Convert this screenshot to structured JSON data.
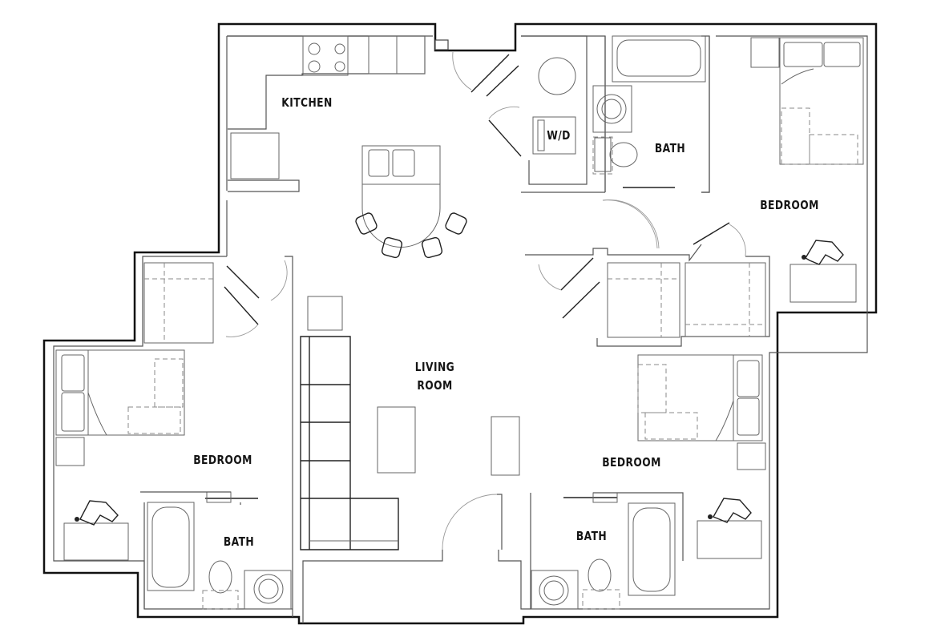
{
  "floor_plan": {
    "rooms": {
      "kitchen": "KITCHEN",
      "washer_dryer": "W/D",
      "bath_top": "BATH",
      "bedroom_top_right": "BEDROOM",
      "living_room_line1": "LIVING",
      "living_room_line2": "ROOM",
      "bedroom_left": "BEDROOM",
      "bath_left": "BATH",
      "bedroom_right": "BEDROOM",
      "bath_right": "BATH"
    },
    "colors": {
      "background": "#ffffff",
      "walls": "#111111",
      "fixtures": "#666666",
      "labels": "#151515"
    }
  }
}
